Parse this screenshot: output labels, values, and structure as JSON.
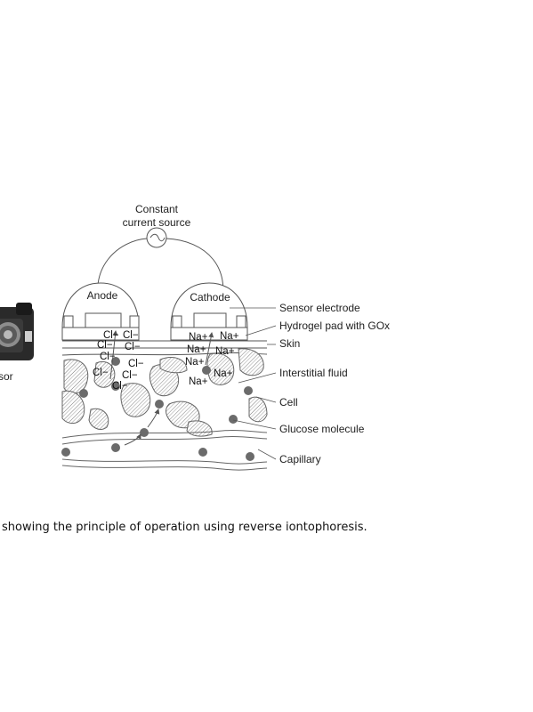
{
  "diagram": {
    "source_label": [
      "Constant",
      "current source"
    ],
    "anode_label": "Anode",
    "cathode_label": "Cathode",
    "device_label_fragment": "sor",
    "callouts": {
      "sensor_electrode": "Sensor electrode",
      "hydrogel_pad": "Hydrogel pad with GOx",
      "skin": "Skin",
      "interstitial_fluid": "Interstitial fluid",
      "cell": "Cell",
      "glucose_molecule": "Glucose molecule",
      "capillary": "Capillary"
    },
    "chloride_ion": "Cl−",
    "sodium_ion": "Na+"
  },
  "caption": "showing the principle of operation using reverse iontophoresis.",
  "colors": {
    "line": "#555555",
    "molecule": "#6b6b6b",
    "device_body": "#2a2a2a"
  }
}
